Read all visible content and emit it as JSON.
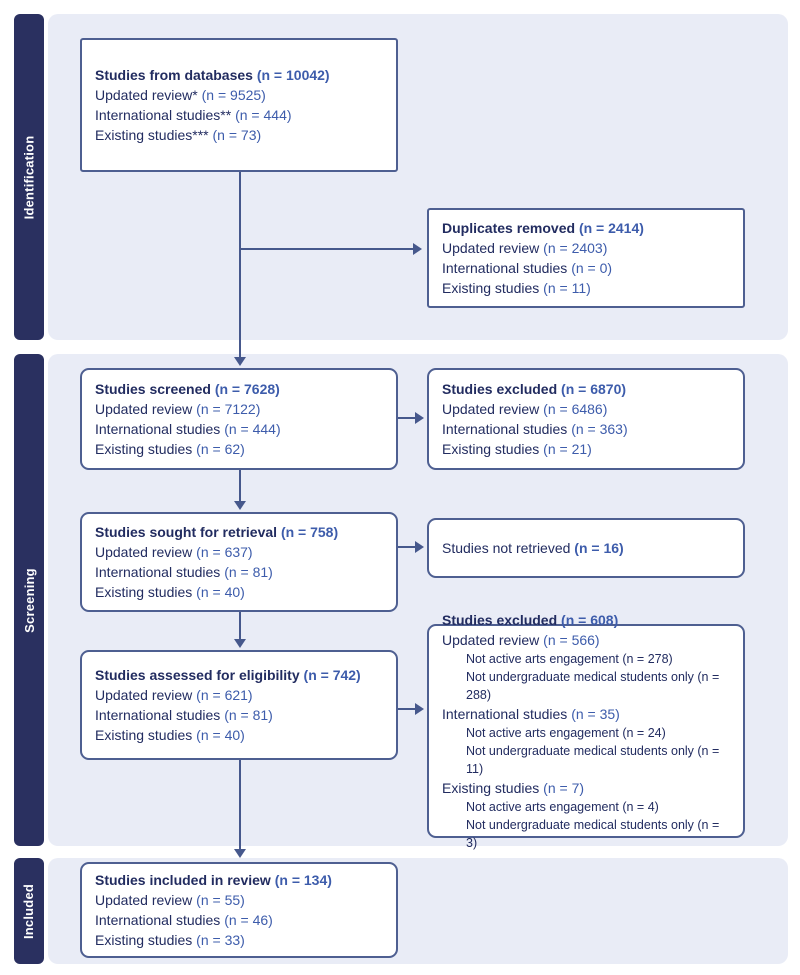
{
  "colors": {
    "sidebar_bar": "#2a3060",
    "panel_background": "#e9ecf6",
    "box_border": "#4e5f91",
    "arrow": "#46588c",
    "text_dark": "#222c60",
    "text_blue": "#3d5cab",
    "bar_text": "#ffffff"
  },
  "sections": [
    {
      "label": "Identification"
    },
    {
      "label": "Screening"
    },
    {
      "label": "Included"
    }
  ],
  "boxes": [
    {
      "id": "studies-from-databases",
      "title": {
        "label": "Studies from databases",
        "n": "(n = 10042)"
      },
      "title_label_bold": true,
      "lines": [
        {
          "label": "Updated review*",
          "n": "(n = 9525)"
        },
        {
          "label": "International studies**",
          "n": "(n = 444)"
        },
        {
          "label": "Existing studies***",
          "n": "(n = 73)"
        }
      ]
    },
    {
      "id": "duplicates-removed",
      "title": {
        "label": "Duplicates removed",
        "n": "(n = 2414)"
      },
      "title_label_bold": true,
      "lines": [
        {
          "label": "Updated review",
          "n": "(n = 2403)"
        },
        {
          "label": "International studies",
          "n": "(n = 0)"
        },
        {
          "label": "Existing studies",
          "n": "(n = 11)"
        }
      ]
    },
    {
      "id": "studies-screened",
      "title": {
        "label": "Studies screened",
        "n": "(n = 7628)"
      },
      "title_label_bold": true,
      "lines": [
        {
          "label": "Updated review",
          "n": "(n = 7122)"
        },
        {
          "label": "International studies",
          "n": "(n = 444)"
        },
        {
          "label": "Existing studies",
          "n": "(n = 62)"
        }
      ]
    },
    {
      "id": "studies-excluded-screening",
      "title": {
        "label": "Studies excluded",
        "n": "(n = 6870)"
      },
      "title_label_bold": true,
      "lines": [
        {
          "label": "Updated review",
          "n": "(n = 6486)"
        },
        {
          "label": "International studies",
          "n": "(n = 363)"
        },
        {
          "label": "Existing studies",
          "n": "(n = 21)"
        }
      ]
    },
    {
      "id": "studies-sought-for-retrieval",
      "title": {
        "label": "Studies sought for retrieval",
        "n": "(n = 758)"
      },
      "title_label_bold": true,
      "lines": [
        {
          "label": "Updated review",
          "n": "(n = 637)"
        },
        {
          "label": "International studies",
          "n": "(n = 81)"
        },
        {
          "label": "Existing studies",
          "n": "(n = 40)"
        }
      ]
    },
    {
      "id": "studies-not-retrieved",
      "title": {
        "label": "Studies not retrieved",
        "n": "(n = 16)"
      },
      "title_label_bold": false,
      "lines": []
    },
    {
      "id": "studies-assessed-for-eligibility",
      "title": {
        "label": "Studies assessed for eligibility",
        "n": "(n = 742)"
      },
      "title_label_bold": true,
      "lines": [
        {
          "label": "Updated review",
          "n": "(n = 621)"
        },
        {
          "label": "International studies",
          "n": "(n = 81)"
        },
        {
          "label": "Existing studies",
          "n": "(n = 40)"
        }
      ]
    },
    {
      "id": "studies-excluded-eligibility",
      "title": {
        "label": "Studies excluded",
        "n": "(n = 608)"
      },
      "title_label_bold": true,
      "lines": [
        {
          "label": "Updated review",
          "n": "(n = 566)",
          "sub": [
            "Not active arts engagement (n = 278)",
            "Not undergraduate medical students only (n = 288)"
          ]
        },
        {
          "label": "International studies",
          "n": "(n = 35)",
          "sub": [
            "Not active arts engagement (n = 24)",
            "Not undergraduate medical students only (n = 11)"
          ]
        },
        {
          "label": "Existing studies",
          "n": "(n = 7)",
          "sub": [
            "Not active arts engagement (n = 4)",
            "Not undergraduate medical students only (n = 3)"
          ]
        }
      ]
    },
    {
      "id": "studies-included-in-review",
      "title": {
        "label": "Studies included in review",
        "n": "(n = 134)"
      },
      "title_label_bold": true,
      "lines": [
        {
          "label": "Updated review",
          "n": "(n = 55)"
        },
        {
          "label": "International studies",
          "n": "(n = 46)"
        },
        {
          "label": "Existing studies",
          "n": "(n = 33)"
        }
      ]
    }
  ]
}
